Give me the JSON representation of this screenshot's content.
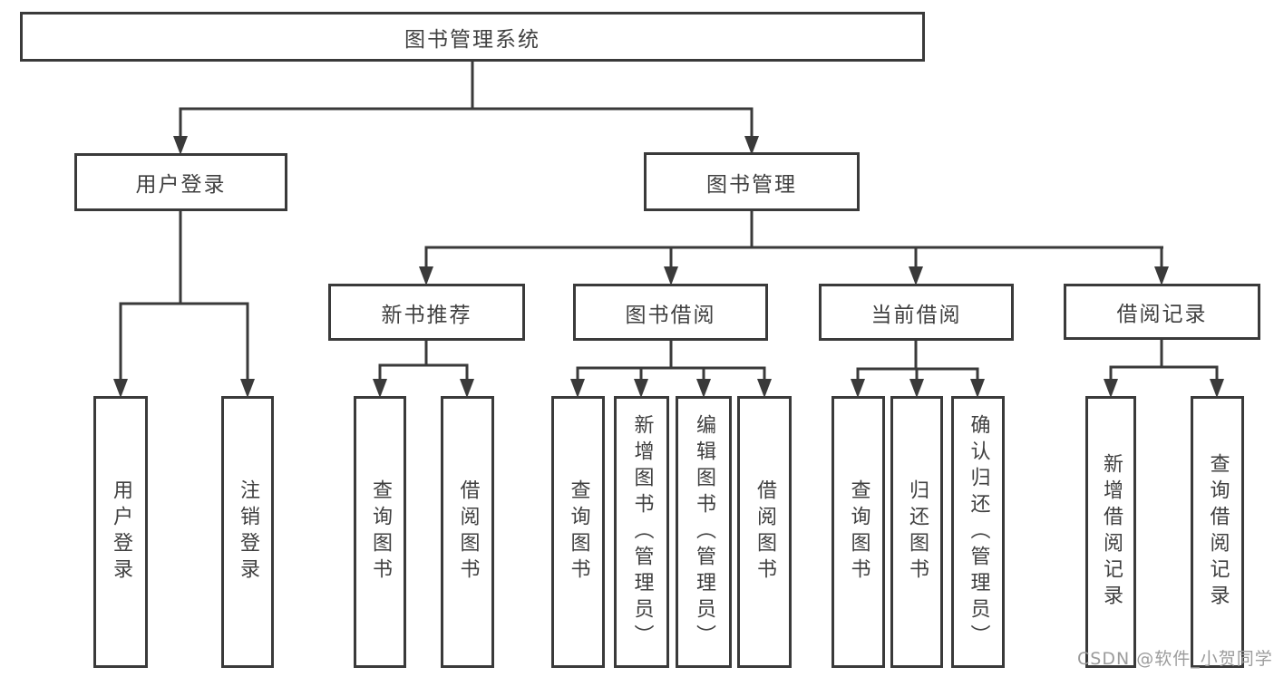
{
  "tree": {
    "label": "图书管理系统",
    "children": [
      {
        "label": "用户登录",
        "children": [
          {
            "label": "用户登录"
          },
          {
            "label": "注销登录"
          }
        ]
      },
      {
        "label": "图书管理",
        "children": [
          {
            "label": "新书推荐",
            "children": [
              {
                "label": "查询图书"
              },
              {
                "label": "借阅图书"
              }
            ]
          },
          {
            "label": "图书借阅",
            "children": [
              {
                "label": "查询图书"
              },
              {
                "label": "新增图书（管理员）"
              },
              {
                "label": "编辑图书（管理员）"
              },
              {
                "label": "借阅图书"
              }
            ]
          },
          {
            "label": "当前借阅",
            "children": [
              {
                "label": "查询图书"
              },
              {
                "label": "归还图书"
              },
              {
                "label": "确认归还（管理员）"
              }
            ]
          },
          {
            "label": "借阅记录",
            "children": [
              {
                "label": "新增借阅记录"
              },
              {
                "label": "查询借阅记录"
              }
            ]
          }
        ]
      }
    ]
  },
  "watermark": "CSDN @软件_小贺同学",
  "colors": {
    "line": "#3a3a3a",
    "text": "#404040",
    "watermark": "#9c9c9c",
    "background": "#ffffff"
  }
}
